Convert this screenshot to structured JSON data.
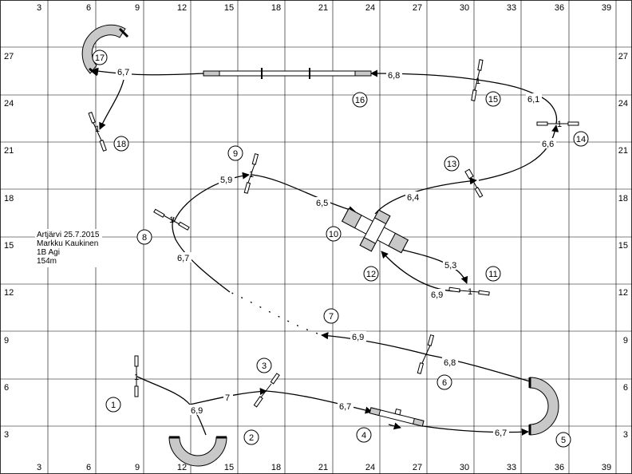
{
  "x_ticks": [
    "3",
    "6",
    "9",
    "12",
    "15",
    "18",
    "21",
    "24",
    "27",
    "30",
    "33",
    "36",
    "39"
  ],
  "y_ticks": [
    "27",
    "24",
    "21",
    "18",
    "15",
    "12",
    "9",
    "6",
    "3"
  ],
  "course_info": {
    "place_date": "Artjärvi 25.7.2015",
    "judge": "Markku Kaukinen",
    "class": "1B Agi",
    "length": "154m"
  },
  "obstacle_numbers": [
    "1",
    "2",
    "3",
    "4",
    "5",
    "6",
    "7",
    "8",
    "9",
    "10",
    "11",
    "12",
    "13",
    "14",
    "15",
    "16",
    "17",
    "18"
  ],
  "distances": [
    "6,9",
    "7",
    "6,7",
    "6,7",
    "6,8",
    "6,9",
    "6,7",
    "5,9",
    "6,5",
    "5,3",
    "6,9",
    "6,4",
    "6,6",
    "6,1",
    "6,8",
    "6,7"
  ],
  "start_marker": "1"
}
